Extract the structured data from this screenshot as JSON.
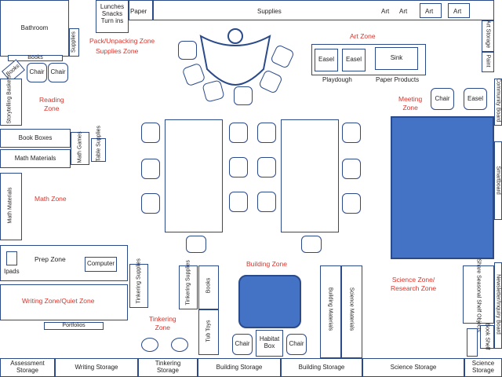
{
  "top": {
    "lunches": "Lunches\nSnacks\nTurn ins",
    "paper": "Paper",
    "supplies": "Supplies",
    "art1": "Art",
    "art2": "Art",
    "art3": "Art",
    "art4": "Art"
  },
  "left": {
    "bathroom": "Bathroom",
    "supplies": "Supplies",
    "books_h": "Books",
    "books_d": "Books",
    "chair1": "Chair",
    "chair2": "Chair",
    "storytelling": "Storytelling Baskets",
    "book_boxes": "Book Boxes",
    "math_materials_h": "Math Materials",
    "math_games": "Math Games",
    "table_supplies": "Table Supplies",
    "math_materials_v": "Math Materials",
    "ipads": "Ipads",
    "computer": "Computer",
    "portfolios": "Portfolios"
  },
  "right": {
    "art_storage": "Art Storage",
    "paint": "Paint",
    "community": "Community Board",
    "smartboard": "Smartboard",
    "newsletter": "Newsletter/Inquiry Board",
    "book_shelf": "Book Shelf"
  },
  "art_area": {
    "easel1": "Easel",
    "easel2": "Easel",
    "sink": "Sink",
    "playdough": "Playdough",
    "paper_products": "Paper Products",
    "chair": "Chair",
    "easel3": "Easel"
  },
  "center": {
    "tinkering_supplies_1": "Tinkering Supplies",
    "tinkering_supplies_2": "Tinkering Supplies",
    "books": "Books",
    "tub_toys": "Tub Toys",
    "chair1": "Chair",
    "habitat_box": "Habitat Box",
    "chair2": "Chair",
    "building_materials": "Building Materials",
    "science_materials": "Science Materials",
    "share_shelf": "Share Seasonal Shelf Objects"
  },
  "zones": {
    "pack_unpacking": "Pack/Unpacking Zone",
    "supplies": "Supplies Zone",
    "art": "Art Zone",
    "reading": "Reading\nZone",
    "meeting": "Meeting\nZone",
    "math": "Math Zone",
    "prep": "Prep Zone",
    "writing_quiet": "Writing Zone/Quiet Zone",
    "building": "Building Zone",
    "science_research": "Science  Zone/\nResearch Zone",
    "tinkering": "Tinkering\nZone"
  },
  "bottom": {
    "assessment": "Assessment\nStorage",
    "writing": "Writing Storage",
    "tinkering": "Tinkering\nStorage",
    "building1": "Building Storage",
    "building2": "Building Storage",
    "science": "Science Storage",
    "science2": "Science\nStorage"
  },
  "colors": {
    "outline": "#2a4a8a",
    "zone_text": "#d9342b",
    "rug": "#4472c4"
  }
}
